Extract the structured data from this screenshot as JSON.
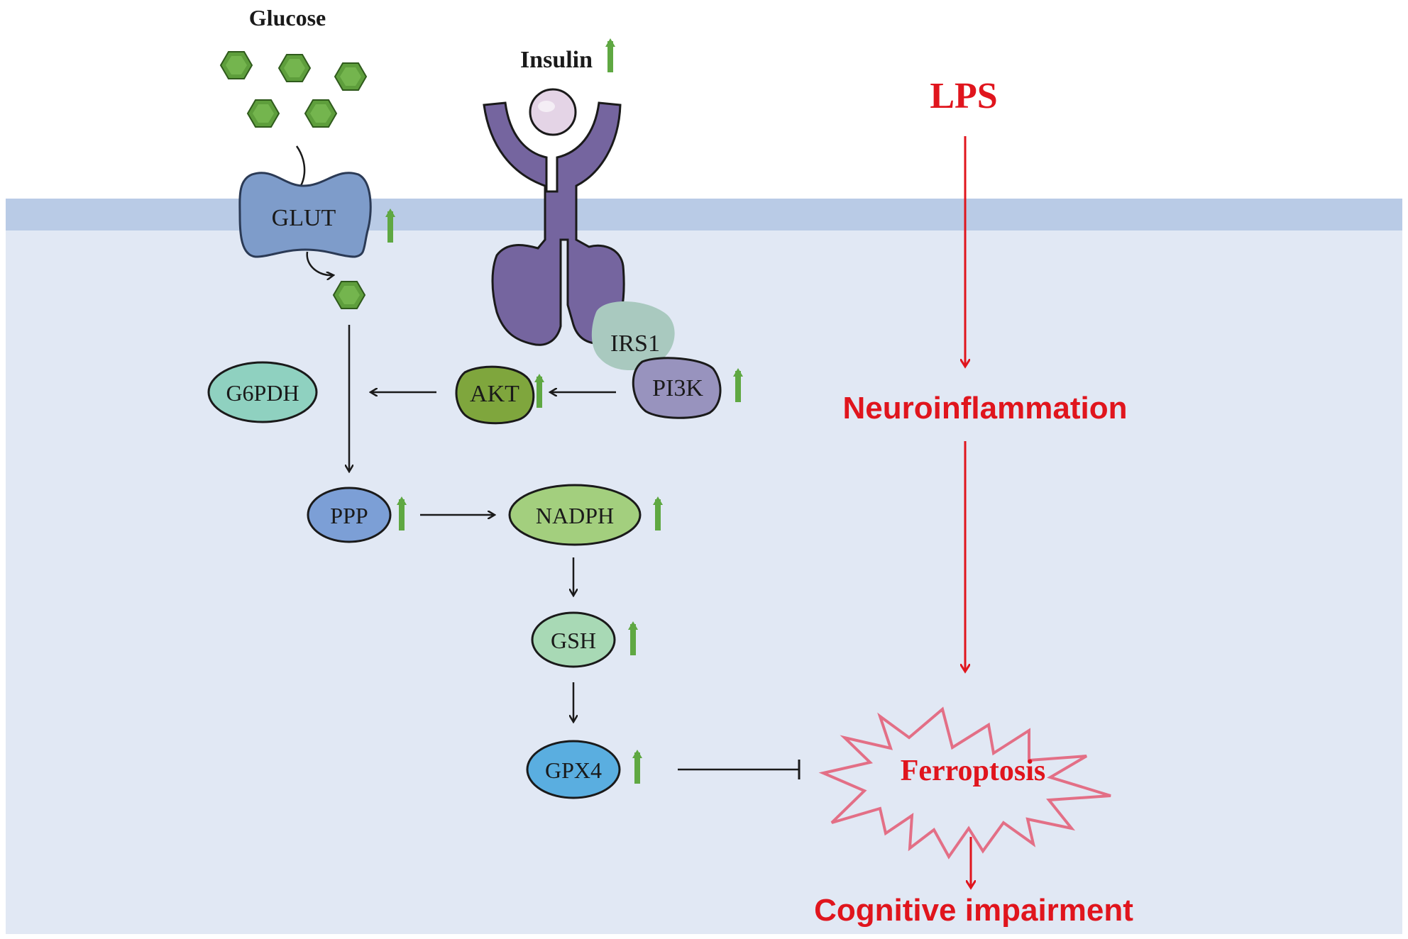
{
  "labels": {
    "glucose": "Glucose",
    "insulin": "Insulin",
    "glut": "GLUT",
    "irs1": "IRS1",
    "pi3k": "PI3K",
    "akt": "AKT",
    "g6pdh": "G6PDH",
    "ppp": "PPP",
    "nadph": "NADPH",
    "gsh": "GSH",
    "gpx4": "GPX4",
    "lps": "LPS",
    "neuroinflammation": "Neuroinflammation",
    "ferroptosis": "Ferroptosis",
    "cognitive": "Cognitive impairment"
  },
  "colors": {
    "membrane": "#b9cbe6",
    "cytoplasm": "#e1e8f4",
    "glucose": "#5e9e3c",
    "glut": "#7e9cca",
    "receptor": "#75659f",
    "insulin_ball": "#e4d4e6",
    "irs1": "#a9c9bf",
    "pi3k": "#9893be",
    "akt": "#7fa63d",
    "g6pdh": "#8fd1c0",
    "ppp": "#7c9fd6",
    "nadph": "#a3cf7e",
    "gsh": "#a8d9b5",
    "gpx4": "#5aaee0",
    "up_arrow": "#5fa842",
    "lps_pathway": "#e0151d",
    "ferroptosis_star": "#e36f86",
    "black_arrow": "#1a1a1a"
  },
  "indicators": {
    "insulin": "up",
    "glut": "up",
    "pi3k": "up",
    "akt": "up",
    "ppp": "up",
    "nadph": "up",
    "gsh": "up",
    "gpx4": "up"
  }
}
